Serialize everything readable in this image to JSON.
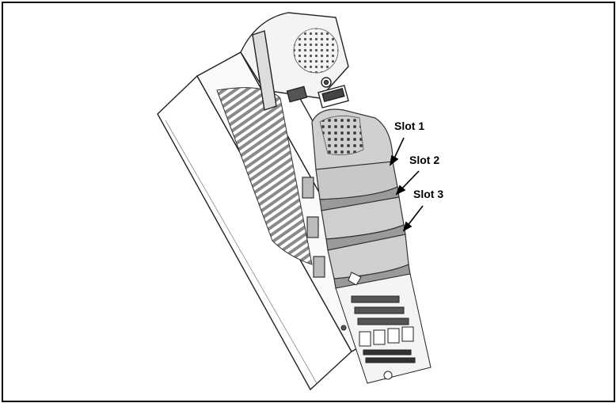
{
  "figure": {
    "slot_labels": [
      {
        "text": "Slot 1"
      },
      {
        "text": "Slot 2"
      },
      {
        "text": "Slot 3"
      }
    ],
    "colors": {
      "border": "#000000",
      "line": "#333333",
      "module_fill": "#d0d0d0",
      "module_shadow": "#9a9a9a",
      "body_fill": "#ffffff",
      "vent_fill": "#8a8a8a"
    }
  }
}
